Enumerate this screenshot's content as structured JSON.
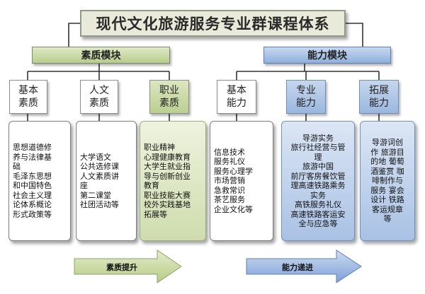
{
  "title": "现代文化旅游服务专业群课程体系",
  "modules": {
    "quality": "素质模块",
    "ability": "能力模块"
  },
  "categories": [
    {
      "lines": [
        "基本",
        "素质"
      ]
    },
    {
      "lines": [
        "人文",
        "素质"
      ]
    },
    {
      "lines": [
        "职业",
        "素质"
      ]
    },
    {
      "lines": [
        "基本",
        "能力"
      ]
    },
    {
      "lines": [
        "专业",
        "能力"
      ]
    },
    {
      "lines": [
        "拓展",
        "能力"
      ]
    }
  ],
  "courses": [
    {
      "lines": [
        "思想道德修",
        "养与法律基",
        "础",
        "毛泽东思想",
        "和中国特色",
        "社会主义理",
        "论体系概论",
        "形式政策等"
      ]
    },
    {
      "lines": [
        "大学语文",
        "公共选修课",
        "人文素质讲",
        "座",
        "第二课堂",
        "社团活动等"
      ]
    },
    {
      "lines": [
        "职业精神",
        "心理健康教育",
        "大学生就业指",
        "导与创新创业",
        "教育",
        "职业技能大赛",
        "校外实践基地",
        "拓展等"
      ]
    },
    {
      "lines": [
        "信息技术",
        "服务礼仪",
        "服务心理学",
        "市场营销",
        "急救常识",
        "茶艺服务",
        "企业文化等"
      ]
    },
    {
      "lines": [
        "导游实务",
        "旅行社经营与管",
        "理",
        "旅游中国",
        "前厅客房餐饮管",
        "理高速铁路乘务",
        "实务",
        "高铁服务礼仪",
        "高速铁路客运安",
        "全与应急等"
      ]
    },
    {
      "lines": [
        "导游词创",
        "作 旅游目",
        "的地 葡萄",
        "酒鉴赏 咖",
        "啡制作与",
        "服务 宴会",
        "设计 铁路",
        "客运规章",
        "等"
      ]
    }
  ],
  "arrows": {
    "quality": "素质提升",
    "ability": "能力递进"
  }
}
